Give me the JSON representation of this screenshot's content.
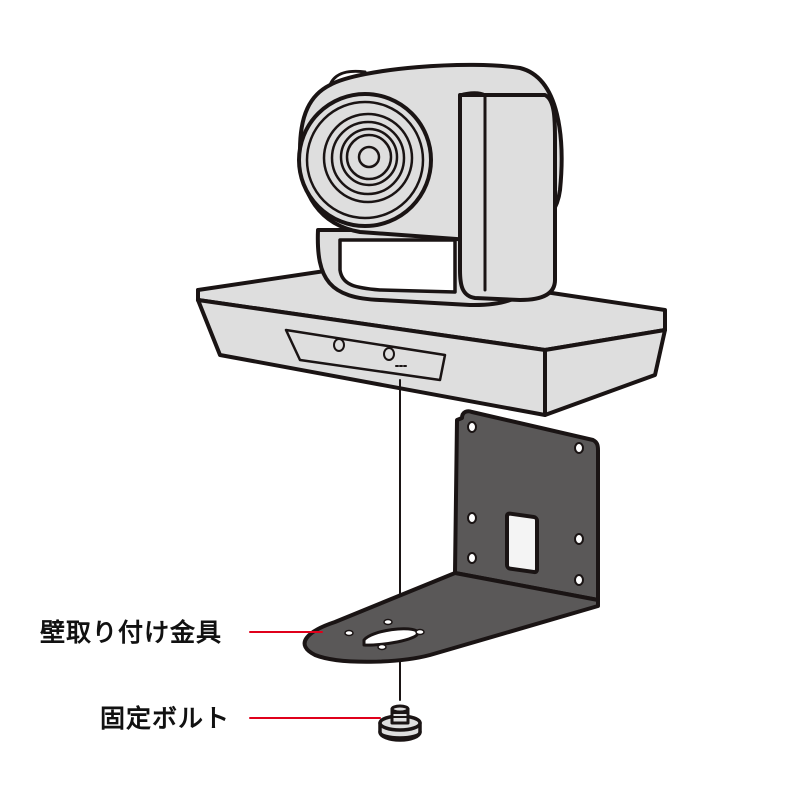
{
  "diagram": {
    "subject": "PTZ camera wall mount installation",
    "parts": [
      {
        "id": "bracket",
        "label": "壁取り付け金具"
      },
      {
        "id": "bolt",
        "label": "固定ボルト"
      }
    ],
    "colors": {
      "camera_fill": "#dedede",
      "bracket_fill": "#5a5858",
      "outline": "#1a1414",
      "leader_line": "#e0001b",
      "background": "#ffffff"
    }
  }
}
